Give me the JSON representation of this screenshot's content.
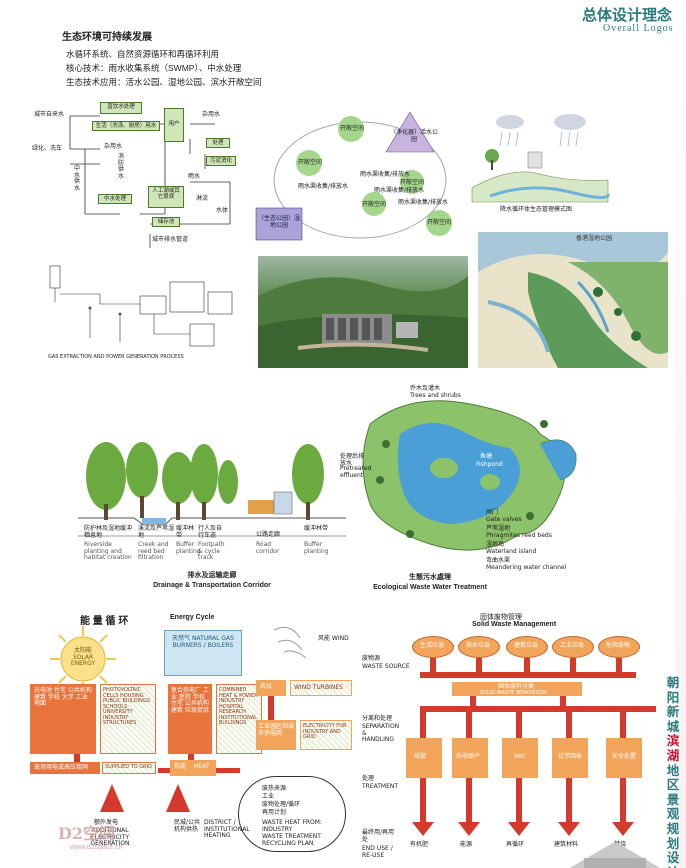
{
  "header": {
    "title_cn": "总体设计理念",
    "title_en": "Overall Logos"
  },
  "intro": {
    "heading": "生态环境可持续发展",
    "lines": [
      "水循环系统、自然资源循环和再循环利用",
      "核心技术：雨水收集系统（SWMP）、中水处理",
      "生态技术应用：活水公园、湿地公园、滨水开敞空间"
    ]
  },
  "water_flow": {
    "boxes": [
      "直饮水处理",
      "城市自来水",
      "生活（洗涤、厨房）用水",
      "用户",
      "杂用水",
      "绿化、洗车",
      "杂用水",
      "中水供水",
      "中水处理",
      "消防供水",
      "人工湖或其它景观",
      "污泥消化",
      "处理",
      "储存池",
      "城市排水管道",
      "雨水",
      "淋流",
      "水体"
    ],
    "caption": "城市排水管道"
  },
  "cycle_diagram": {
    "nodes": [
      "开敞空间",
      "开敞空间",
      "（净化器）活水公园",
      "开敞空间",
      "开敞空间",
      "开敞空间",
      "（生态公园）湿地公园"
    ],
    "links": [
      "雨水渠收集/排放水",
      "雨水渠收集/排放水",
      "雨水渠收集/排放水",
      "雨水渠收集/排放水"
    ]
  },
  "rain_illustration": {
    "caption": "降水循环体生态管理模式图"
  },
  "gas_diagram": {
    "caption": "GAS EXTRACTION AND POWER GENERATION PROCESS"
  },
  "wetland_map": {
    "title": "香港湿地公园"
  },
  "corridor": {
    "labels": [
      "防护林及湿地缓冲栖息地",
      "溪流及芦苇湿地",
      "缓冲林带",
      "行人及自行车道",
      "公路走廊",
      "缓冲林带"
    ],
    "labels_en": [
      "Riverside planting and habitat creation",
      "Creek and reed bed filtration",
      "Buffer planting",
      "Footpath & cycle track",
      "Road corridor",
      "Buffer planting"
    ],
    "caption_cn": "排水及运输走廊",
    "caption_en": "Drainage & Transportation Corridor"
  },
  "treatment": {
    "labels": [
      "乔木及灌木",
      "Trees and shrubs",
      "处理后排放水",
      "Pretreated effluent",
      "鱼塘",
      "Fishpond",
      "闸门",
      "Gate valves",
      "芦苇湿地",
      "Phragmites reed beds",
      "湿地岛",
      "Waterland island",
      "弯曲水渠",
      "Meandering water channel"
    ],
    "caption_cn": "生態污水處理",
    "caption_en": "Ecological Waste Water Treatment"
  },
  "energy": {
    "title_cn": "能 量 循 环",
    "title_en": "Energy Cycle",
    "sun_label": "太阳能 SOLAR ENERGY",
    "gas_label": "天然气 NATURAL GAS BURNERS / BOILERS",
    "wind_label": "风能 WIND",
    "wind_box": "风机",
    "wind_box_en": "WIND TURBINES",
    "solar_uses": "光电池 住宅 公共机构建筑 学校 大学 工业 地面",
    "solar_uses_en": "PHOTOVOLTAIC CELLS HOUSING PUBLIC BUILDINGS SCHOOLS UNIVERSITY INDUSTRY STRUCTURES",
    "gas_uses": "复合热电厂 工业 医院 学校 住宅 公共机构建筑 垃圾焚烧",
    "gas_uses_en": "COMBINED HEAT & POWER INDUSTRY HOSPITAL RESEARCH INSTITUTIONAL BUILDINGS",
    "grid_box": "工业园区和城市供电网",
    "grid_box_en": "ELECTRICITY FOR INDUSTRY AND GRID",
    "grid_strip": "现场用电或高压接网",
    "grid_strip_en": "SUPPLIED TO GRID",
    "heat_box": "热能",
    "heat_box_en": "HEAT",
    "waste_list": [
      "废热来源",
      "工业",
      "废物处理/循环",
      "再用计划"
    ],
    "waste_en": [
      "WASTE HEAT FROM:",
      "INDUSTRY",
      "WASTE TREATMENT",
      "RECYCLING PLAN"
    ],
    "extra_power": "额外发电",
    "extra_power_en": "ADDITIONAL ELECTRICITY GENERATION",
    "district": "民城/公共机构供热",
    "district_en": "DISTRICT / INSTITUTIONAL HEATING"
  },
  "solid_waste": {
    "title_cn": "固体废物管理",
    "title_en": "Solid Waste Management",
    "row_labels": [
      "废物源",
      "WASTE SOURCE",
      "分离和处理",
      "SEPARATION & HANDLING",
      "处理",
      "TREATMENT",
      "最终用/再用处",
      "END USE / RE-USE"
    ],
    "sources": [
      "生活垃圾",
      "商业垃圾",
      "建筑垃圾",
      "工业垃圾",
      "危险废物"
    ],
    "separation": "固体废料分类",
    "separation_en": "SOLID WASTE SEPARATION",
    "treat_boxes": [
      "堆肥",
      "热电联产",
      "IWC",
      "化学回收",
      "安全处置"
    ],
    "end_uses": [
      "有机肥",
      "能源",
      "再循环",
      "建筑材料",
      "焚烧"
    ]
  },
  "side_title": "朝阳新城滨湖地区景观规划设计",
  "watermark": {
    "logo": "D2空间",
    "url": "www.d2space.cn"
  },
  "colors": {
    "header_teal": "#2c7a7b",
    "side_red": "#c8102e",
    "flow_green": "#cfe6b8",
    "energy_red": "#d33a2c",
    "energy_orange": "#f2a45a"
  }
}
